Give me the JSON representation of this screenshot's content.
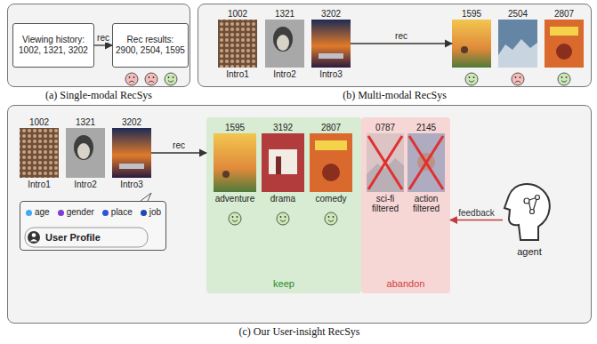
{
  "diagram": {
    "nodes": [
      {
        "text": [
          "(a) Single-modal RecSys"
        ]
      },
      {
        "text": [
          "Viewing history: 1002, 1321, 3202"
        ],
        "in": 0
      },
      {
        "text": [
          "Rec results: 2900, 2504, 1595"
        ],
        "in": 0
      },
      {
        "text": [
          "(b) Multi-modal RecSys"
        ]
      },
      {
        "text": [
          "1002",
          "Intro1"
        ],
        "in": 3
      },
      {
        "text": [
          "1321",
          "Intro2"
        ],
        "in": 3
      },
      {
        "text": [
          "3202",
          "Intro3"
        ],
        "in": 3
      },
      {
        "text": [
          "1595"
        ],
        "in": 3
      },
      {
        "text": [
          "2504"
        ],
        "in": 3
      },
      {
        "text": [
          "2807"
        ],
        "in": 3
      },
      {
        "text": [
          "(c) Our User-insight RecSys"
        ]
      },
      {
        "text": [
          "1002",
          "Intro1"
        ],
        "in": 10
      },
      {
        "text": [
          "1321",
          "Intro2"
        ],
        "in": 10
      },
      {
        "text": [
          "3202",
          "Intro3"
        ],
        "in": 10
      },
      {
        "text": [
          "age",
          "gender",
          "place",
          "job",
          "User Profile"
        ],
        "in": 10
      },
      {
        "text": [
          "keep"
        ],
        "in": 10
      },
      {
        "text": [
          "1595",
          "adventure"
        ],
        "in": 15
      },
      {
        "text": [
          "3192",
          "drama"
        ],
        "in": 15
      },
      {
        "text": [
          "2807",
          "comedy"
        ],
        "in": 15
      },
      {
        "text": [
          "abandon"
        ],
        "in": 10
      },
      {
        "text": [
          "0787",
          "sci-fi filtered"
        ],
        "in": 19
      },
      {
        "text": [
          "2145",
          "action filtered"
        ],
        "in": 19
      },
      {
        "text": [
          "agent"
        ],
        "in": 10
      }
    ],
    "edges": [
      {
        "from": 1,
        "to": 2,
        "label": "rec",
        "arrow": "to"
      },
      {
        "from": 6,
        "to": 7,
        "label": "rec",
        "arrow": "to"
      },
      {
        "from": 13,
        "to": 15,
        "label": "rec",
        "arrow": "to"
      },
      {
        "from": 22,
        "to": 19,
        "label": "feedback",
        "arrow": "to"
      }
    ]
  }
}
